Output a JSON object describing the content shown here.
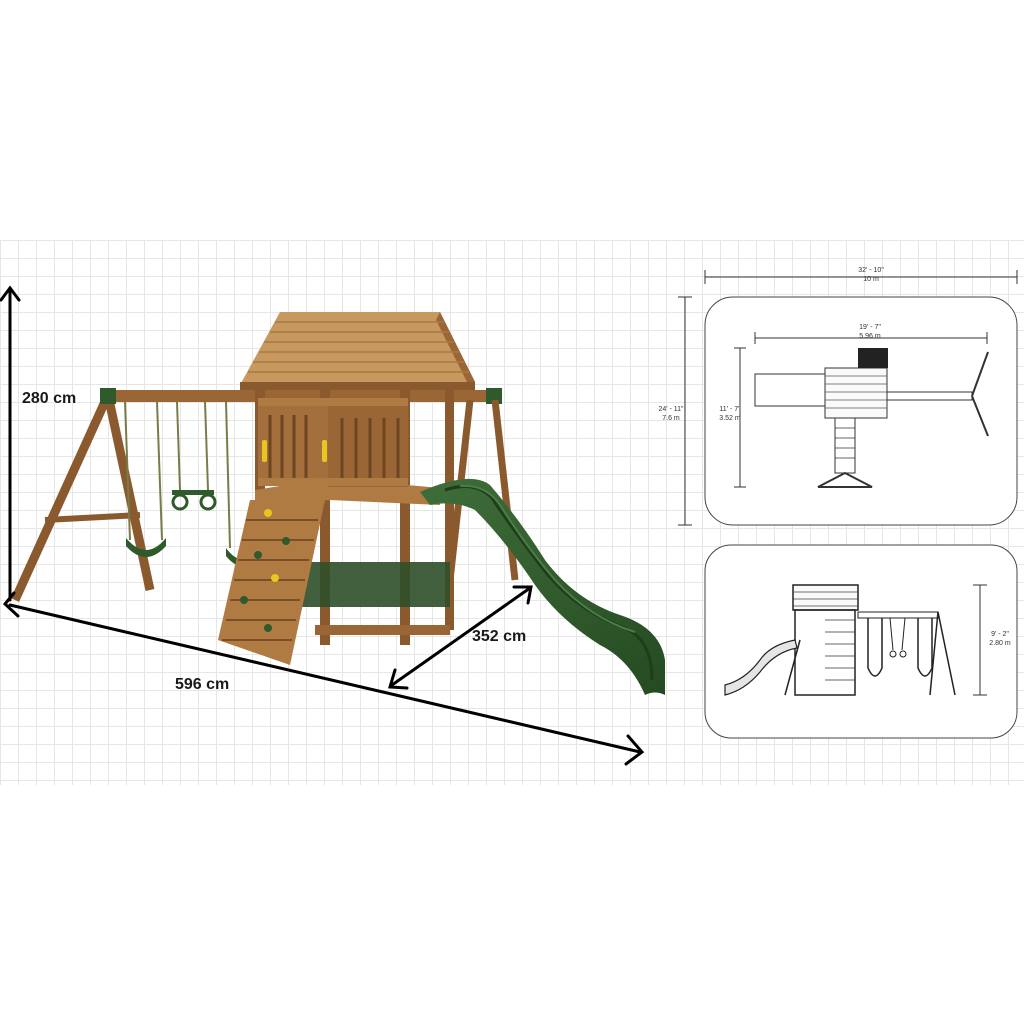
{
  "main_view": {
    "height_label": "280 cm",
    "width_label": "596 cm",
    "depth_label": "352 cm",
    "colors": {
      "wood": "#a9733f",
      "wood_dark": "#7a4f28",
      "roof": "#c8995f",
      "slide_green": "#2f5a2c",
      "accent_yellow": "#e8c620"
    }
  },
  "top_view": {
    "overall_width_ft": "32' - 10\"",
    "overall_width_m": "10 m",
    "inner_width_ft": "19' - 7\"",
    "inner_width_m": "5.96 m",
    "depth_ft": "24' - 11\"",
    "depth_m": "7.6 m",
    "inner_depth_ft": "11' - 7\"",
    "inner_depth_m": "3.52 m"
  },
  "side_view": {
    "height_ft": "9' - 2\"",
    "height_m": "2.80 m"
  }
}
